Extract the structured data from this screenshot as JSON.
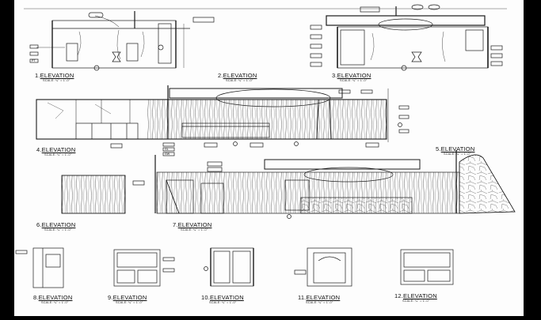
{
  "sheet": {
    "background": "#ffffff",
    "ink": "#1a1a1a",
    "frame": "#000000"
  },
  "elevations": [
    {
      "num": "1.",
      "label": "ELEVATION",
      "scale": "SCALE: ¼\" = 1'-0\""
    },
    {
      "num": "2.",
      "label": "ELEVATION",
      "scale": "SCALE: ¼\" = 1'-0\""
    },
    {
      "num": "3.",
      "label": "ELEVATION",
      "scale": "SCALE: ¼\" = 1'-0\""
    },
    {
      "num": "4.",
      "label": "ELEVATION",
      "scale": "SCALE: ¼\" = 1'-0\""
    },
    {
      "num": "5.",
      "label": "ELEVATION",
      "scale": "SCALE: ¼\" = 1'-0\""
    },
    {
      "num": "6.",
      "label": "ELEVATION",
      "scale": "SCALE: ¼\" = 1'-0\""
    },
    {
      "num": "7.",
      "label": "ELEVATION",
      "scale": "SCALE: ¼\" = 1'-0\""
    },
    {
      "num": "8.",
      "label": "ELEVATION",
      "scale": "SCALE: ¼\" = 1'-0\""
    },
    {
      "num": "9.",
      "label": "ELEVATION",
      "scale": "SCALE: ¼\" = 1'-0\""
    },
    {
      "num": "10.",
      "label": "ELEVATION",
      "scale": "SCALE: ¼\" = 1'-0\""
    },
    {
      "num": "11.",
      "label": "ELEVATION",
      "scale": "SCALE: ¼\" = 1'-0\""
    },
    {
      "num": "12.",
      "label": "ELEVATION",
      "scale": "SCALE: ¼\" = 1'-0\""
    }
  ],
  "tags": {
    "pt": "PT",
    "gl": "GL",
    "gw": "GW"
  }
}
